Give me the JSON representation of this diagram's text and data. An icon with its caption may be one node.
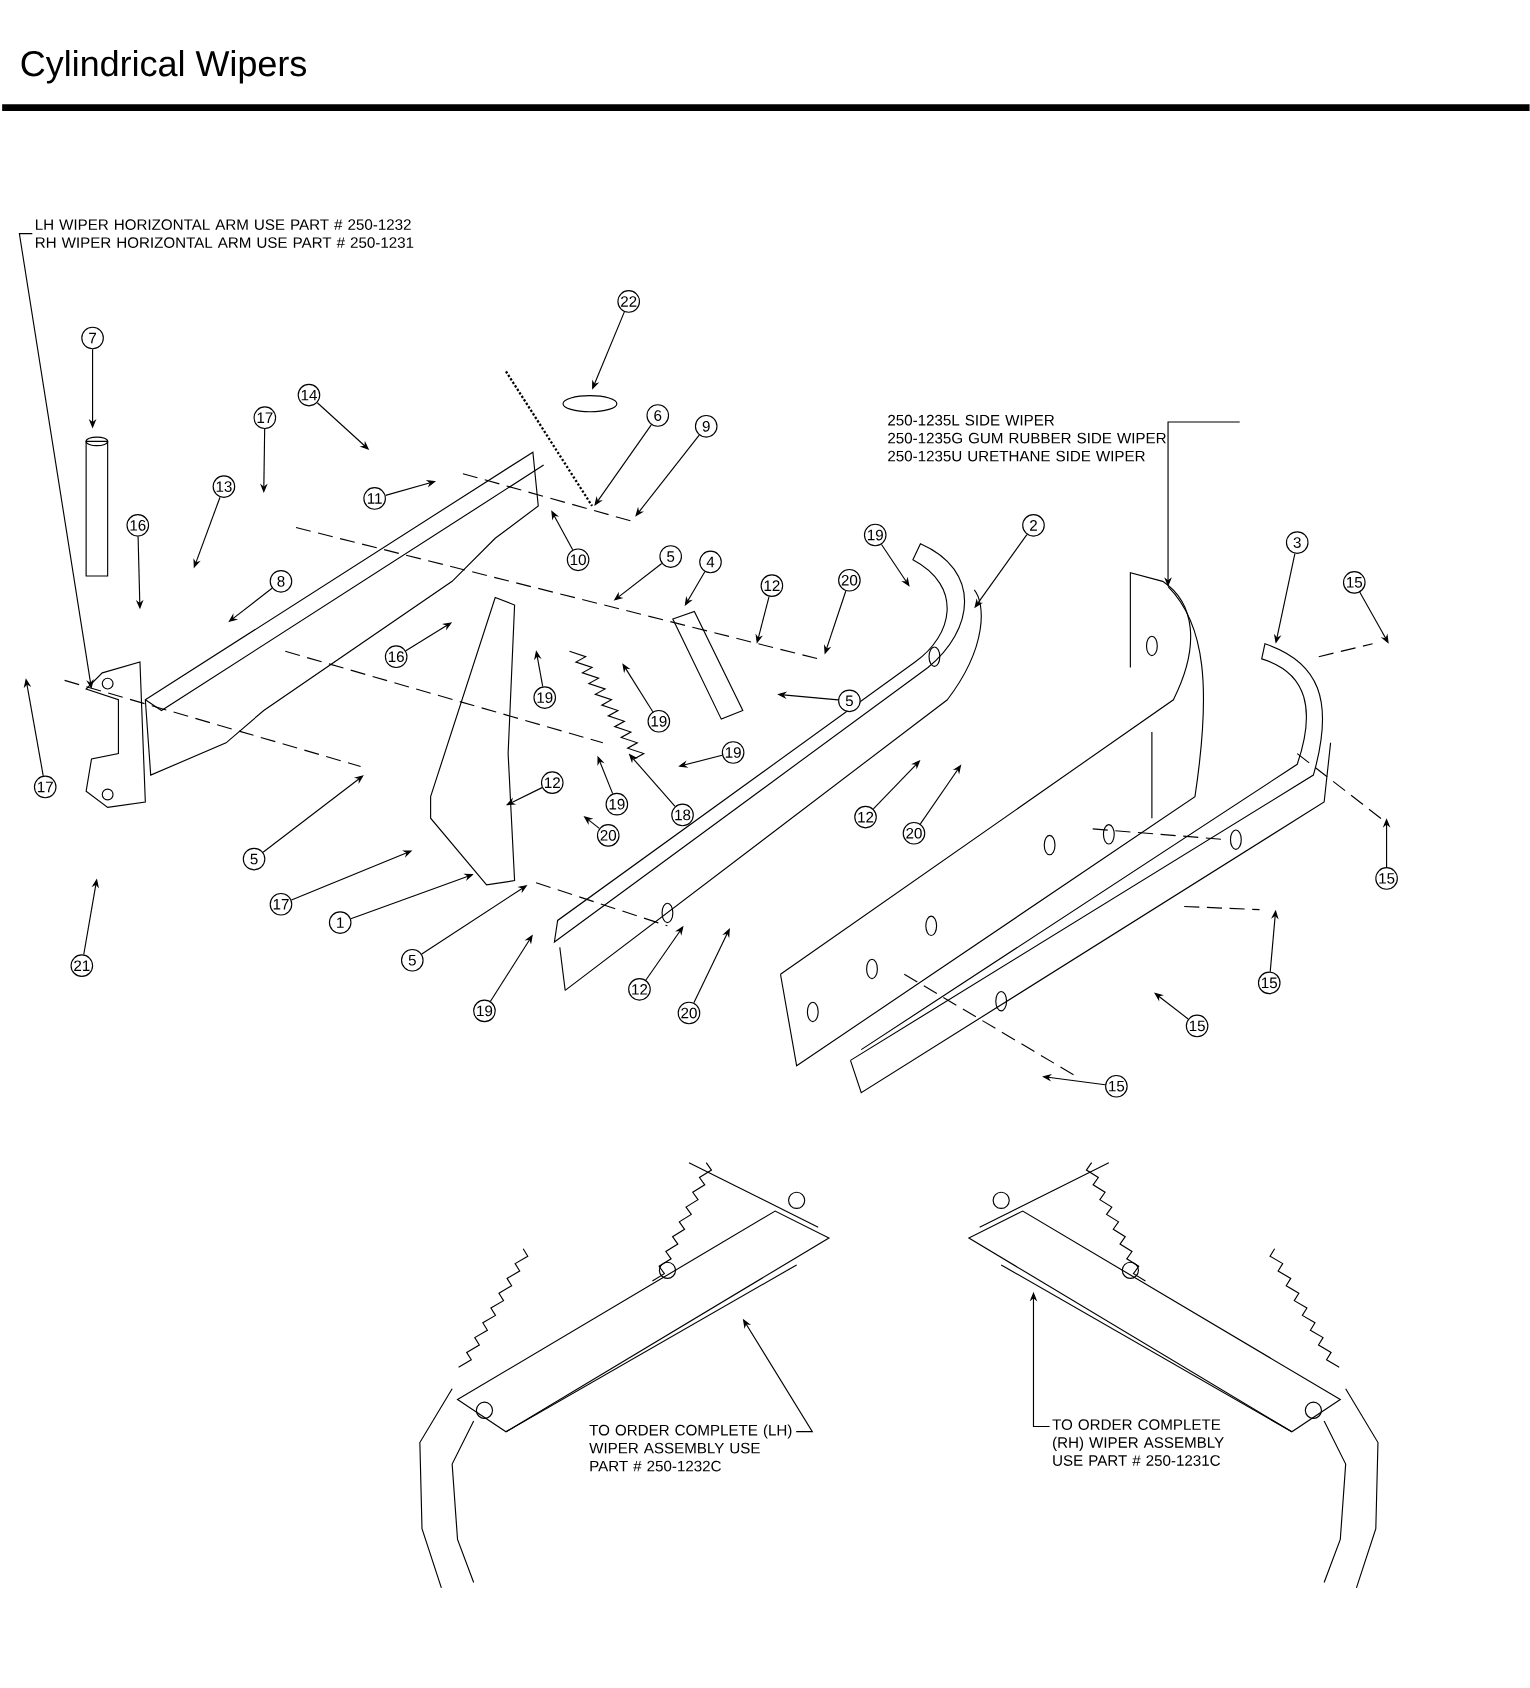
{
  "diagram": {
    "title": "Cylindrical Wipers",
    "nodes": [
      {
        "text": [
          "LH WIPER HORIZONTAL ARM USE PART # 250-1232",
          "RH WIPER HORIZONTAL ARM USE PART # 250-1231"
        ]
      },
      {
        "text": [
          "250-1235L SIDE WIPER",
          "250-1235G GUM RUBBER SIDE WIPER",
          "250-1235U URETHANE SIDE WIPER"
        ]
      },
      {
        "text": [
          "TO ORDER COMPLETE (LH) WIPER ASSEMBLY USE PART # 250-1232C"
        ]
      },
      {
        "text": [
          "TO ORDER COMPLETE (RH) WIPER ASSEMBLY USE PART # 250-1231C"
        ]
      },
      {
        "text": [
          "22"
        ]
      },
      {
        "text": [
          "7"
        ]
      },
      {
        "text": [
          "14"
        ]
      },
      {
        "text": [
          "6"
        ]
      },
      {
        "text": [
          "17"
        ]
      },
      {
        "text": [
          "9"
        ]
      },
      {
        "text": [
          "13"
        ]
      },
      {
        "text": [
          "11"
        ]
      },
      {
        "text": [
          "16"
        ]
      },
      {
        "text": [
          "2"
        ]
      },
      {
        "text": [
          "19"
        ]
      },
      {
        "text": [
          "3"
        ]
      },
      {
        "text": [
          "5"
        ]
      },
      {
        "text": [
          "10"
        ]
      },
      {
        "text": [
          "4"
        ]
      },
      {
        "text": [
          "8"
        ]
      },
      {
        "text": [
          "15"
        ]
      },
      {
        "text": [
          "20"
        ]
      },
      {
        "text": [
          "12"
        ]
      },
      {
        "text": [
          "16"
        ]
      },
      {
        "text": [
          "19"
        ]
      },
      {
        "text": [
          "5"
        ]
      },
      {
        "text": [
          "19"
        ]
      },
      {
        "text": [
          "19"
        ]
      },
      {
        "text": [
          "12"
        ]
      },
      {
        "text": [
          "17"
        ]
      },
      {
        "text": [
          "19"
        ]
      },
      {
        "text": [
          "18"
        ]
      },
      {
        "text": [
          "12"
        ]
      },
      {
        "text": [
          "20"
        ]
      },
      {
        "text": [
          "20"
        ]
      },
      {
        "text": [
          "5"
        ]
      },
      {
        "text": [
          "15"
        ]
      },
      {
        "text": [
          "17"
        ]
      },
      {
        "text": [
          "1"
        ]
      },
      {
        "text": [
          "5"
        ]
      },
      {
        "text": [
          "21"
        ]
      },
      {
        "text": [
          "15"
        ]
      },
      {
        "text": [
          "12"
        ]
      },
      {
        "text": [
          "19"
        ]
      },
      {
        "text": [
          "20"
        ]
      },
      {
        "text": [
          "15"
        ]
      },
      {
        "text": [
          "15"
        ]
      }
    ],
    "edges": [
      {
        "from": 0,
        "to": null,
        "arrow": "to"
      },
      {
        "from": 1,
        "to": null,
        "arrow": "to"
      },
      {
        "from": 2,
        "to": null,
        "arrow": "to"
      },
      {
        "from": 3,
        "to": null,
        "arrow": "to"
      },
      {
        "from": 4,
        "to": null,
        "arrow": "to"
      },
      {
        "from": 5,
        "to": null,
        "arrow": "to"
      },
      {
        "from": 6,
        "to": null,
        "arrow": "to"
      },
      {
        "from": 7,
        "to": null,
        "arrow": "to"
      },
      {
        "from": 8,
        "to": null,
        "arrow": "to"
      },
      {
        "from": 9,
        "to": null,
        "arrow": "to"
      },
      {
        "from": 10,
        "to": null,
        "arrow": "to"
      },
      {
        "from": 11,
        "to": null,
        "arrow": "to"
      },
      {
        "from": 12,
        "to": null,
        "arrow": "to"
      },
      {
        "from": 13,
        "to": null,
        "arrow": "to"
      },
      {
        "from": 14,
        "to": null,
        "arrow": "to"
      },
      {
        "from": 15,
        "to": null,
        "arrow": "to"
      },
      {
        "from": 16,
        "to": null,
        "arrow": "to"
      },
      {
        "from": 17,
        "to": null,
        "arrow": "to"
      },
      {
        "from": 18,
        "to": null,
        "arrow": "to"
      },
      {
        "from": 19,
        "to": null,
        "arrow": "to"
      },
      {
        "from": 20,
        "to": null,
        "arrow": "to"
      },
      {
        "from": 21,
        "to": null,
        "arrow": "to"
      },
      {
        "from": 22,
        "to": null,
        "arrow": "to"
      },
      {
        "from": 23,
        "to": null,
        "arrow": "to"
      },
      {
        "from": 24,
        "to": null,
        "arrow": "to"
      },
      {
        "from": 25,
        "to": null,
        "arrow": "to"
      },
      {
        "from": 26,
        "to": null,
        "arrow": "to"
      },
      {
        "from": 27,
        "to": null,
        "arrow": "to"
      },
      {
        "from": 28,
        "to": null,
        "arrow": "to"
      },
      {
        "from": 29,
        "to": null,
        "arrow": "to"
      },
      {
        "from": 30,
        "to": null,
        "arrow": "to"
      },
      {
        "from": 31,
        "to": null,
        "arrow": "to"
      },
      {
        "from": 32,
        "to": null,
        "arrow": "to"
      },
      {
        "from": 33,
        "to": null,
        "arrow": "to"
      },
      {
        "from": 34,
        "to": null,
        "arrow": "to"
      },
      {
        "from": 35,
        "to": null,
        "arrow": "to"
      },
      {
        "from": 36,
        "to": null,
        "arrow": "to"
      },
      {
        "from": 37,
        "to": null,
        "arrow": "to"
      },
      {
        "from": 38,
        "to": null,
        "arrow": "to"
      },
      {
        "from": 39,
        "to": null,
        "arrow": "to"
      },
      {
        "from": 40,
        "to": null,
        "arrow": "to"
      },
      {
        "from": 41,
        "to": null,
        "arrow": "to"
      },
      {
        "from": 42,
        "to": null,
        "arrow": "to"
      },
      {
        "from": 43,
        "to": null,
        "arrow": "to"
      },
      {
        "from": 44,
        "to": null,
        "arrow": "to"
      },
      {
        "from": 45,
        "to": null,
        "arrow": "to"
      },
      {
        "from": 46,
        "to": null,
        "arrow": "to"
      }
    ]
  }
}
